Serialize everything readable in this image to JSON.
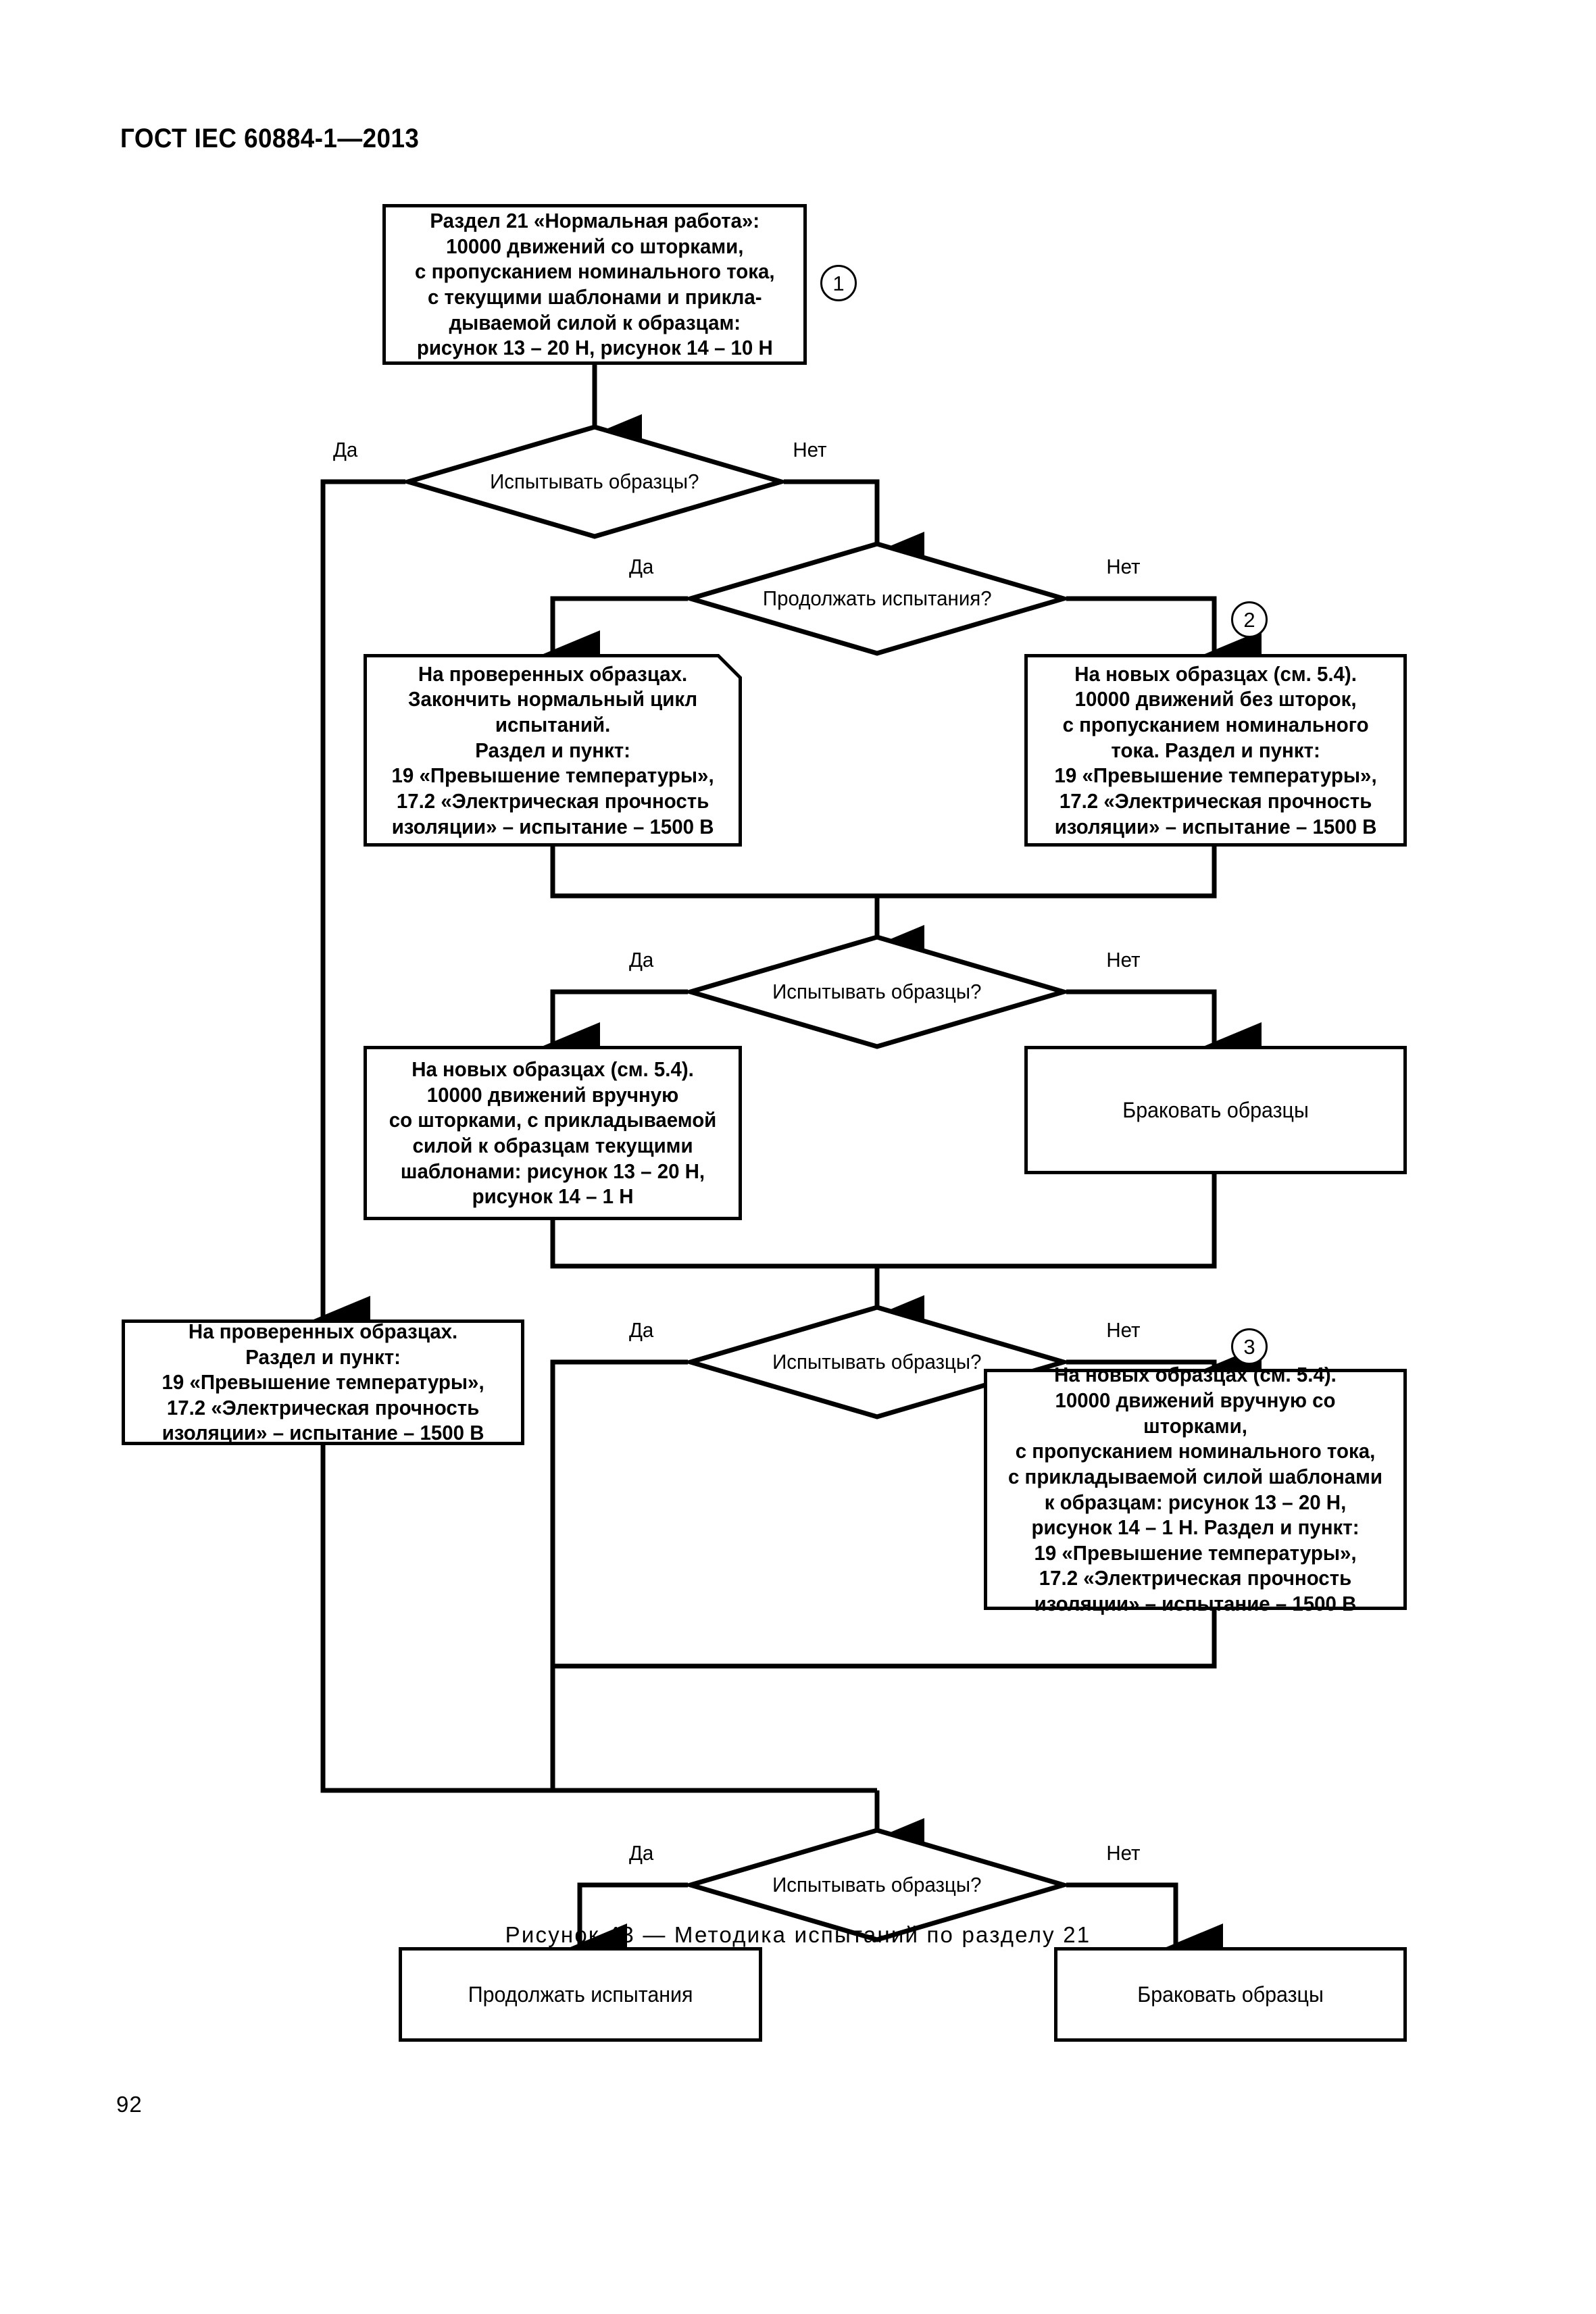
{
  "header": {
    "standard_title": "ГОСТ IEC 60884-1—2013"
  },
  "footer": {
    "page_number": "92"
  },
  "figure": {
    "caption": "Рисунок 43 — Методика испытаний по разделу 21"
  },
  "colors": {
    "ink": "#000000",
    "paper": "#ffffff"
  },
  "labels": {
    "yes": "Да",
    "no": "Нет"
  },
  "markers": [
    {
      "id": "ref-1",
      "text": "1"
    },
    {
      "id": "ref-2",
      "text": "2"
    },
    {
      "id": "ref-3",
      "text": "3"
    }
  ],
  "nodes": {
    "start": {
      "text": "Раздел 21 «Нормальная работа»:\n10000 движений со шторками,\nс пропусканием номинального тока,\nс текущими шаблонами и прикла-\nдываемой силой к образцам:\nрисунок 13 – 20 Н, рисунок 14 – 10 Н"
    },
    "checked_finish_cycle": {
      "text": "На проверенных образцах.\nЗакончить нормальный цикл\nиспытаний.\nРаздел и пункт:\n19 «Превышение температуры»,\n17.2 «Электрическая прочность\nизоляции» – испытание – 1500 В"
    },
    "new_no_shutters": {
      "text": "На новых образцах (см. 5.4).\n10000 движений без шторок,\nс пропусканием номинального\nтока. Раздел и пункт:\n19 «Превышение температуры»,\n17.2 «Электрическая прочность\nизоляции» – испытание – 1500 В"
    },
    "new_manual_shutters": {
      "text": "На новых образцах (см. 5.4).\n10000 движений вручную\nсо шторками, с прикладываемой\nсилой к образцам текущими\nшаблонами: рисунок 13 – 20 Н,\nрисунок 14 – 1 Н"
    },
    "reject_mid": {
      "text": "Браковать образцы"
    },
    "checked_section_clause": {
      "text": "На проверенных образцах.\nРаздел и пункт:\n19 «Превышение температуры»,\n17.2 «Электрическая прочность\nизоляции» – испытание – 1500 В"
    },
    "new_manual_full": {
      "text": "На новых образцах (см. 5.4).\n10000 движений вручную со шторками,\nс пропусканием номинального тока,\nс прикладываемой силой шаблонами\nк образцам: рисунок 13 – 20 Н,\nрисунок 14 – 1 Н. Раздел и пункт:\n19 «Превышение температуры»,\n17.2 «Электрическая прочность\nизоляции» – испытание – 1500 В"
    },
    "continue_tests": {
      "text": "Продолжать испытания"
    },
    "reject_end": {
      "text": "Браковать образцы"
    }
  },
  "decisions": {
    "test_samples_1": {
      "text": "Испытывать образцы?"
    },
    "continue_tests_q": {
      "text": "Продолжать испытания?"
    },
    "test_samples_2": {
      "text": "Испытывать образцы?"
    },
    "test_samples_3": {
      "text": "Испытывать образцы?"
    },
    "test_samples_4": {
      "text": "Испытывать образцы?"
    }
  }
}
